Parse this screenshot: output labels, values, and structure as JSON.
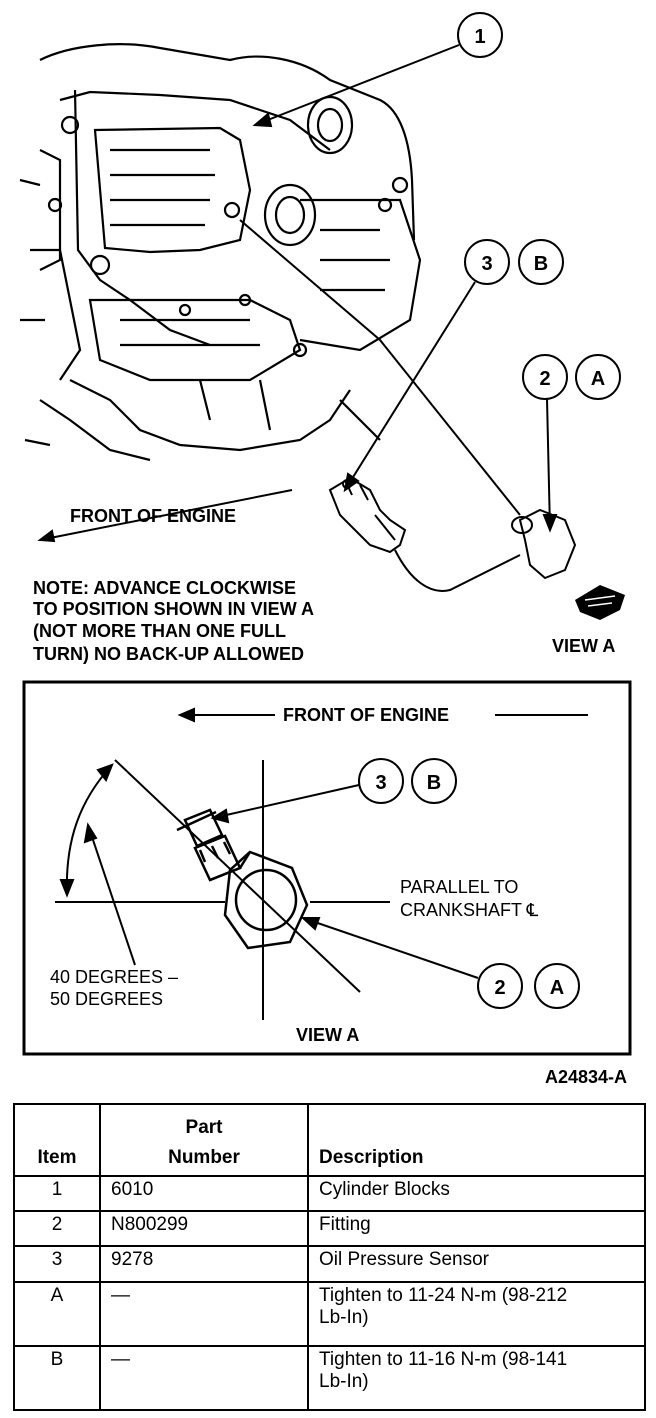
{
  "diagram": {
    "callouts": {
      "item1": "1",
      "item3": "3",
      "letterB": "B",
      "item2": "2",
      "letterA": "A"
    },
    "top_front_label": "FRONT OF ENGINE",
    "note": [
      "NOTE: ADVANCE CLOCKWISE",
      "TO POSITION SHOWN IN VIEW A",
      "(NOT MORE THAN ONE FULL",
      "TURN)  NO BACK-UP ALLOWED"
    ],
    "top_view_label": "VIEW A",
    "detail": {
      "front_label": "FRONT OF ENGINE",
      "parallel_label": [
        "PARALLEL TO",
        "CRANKSHAFT ℄"
      ],
      "degrees_label": [
        "40 DEGREES –",
        "50 DEGREES"
      ],
      "view_label": "VIEW A"
    },
    "figure_code": "A24834-A"
  },
  "table": {
    "headers": {
      "item": "Item",
      "part_line1": "Part",
      "part_line2": "Number",
      "description": "Description"
    },
    "rows": [
      {
        "item": "1",
        "part": "6010",
        "description": "Cylinder Blocks"
      },
      {
        "item": "2",
        "part": "N800299",
        "description": "Fitting"
      },
      {
        "item": "3",
        "part": "9278",
        "description": "Oil Pressure Sensor"
      },
      {
        "item": "A",
        "part": "—",
        "description_line1": "Tighten to 11-24 N-m (98-212",
        "description_line2": "Lb-In)"
      },
      {
        "item": "B",
        "part": "—",
        "description_line1": "Tighten to 11-16 N-m (98-141",
        "description_line2": "Lb-In)"
      }
    ]
  }
}
